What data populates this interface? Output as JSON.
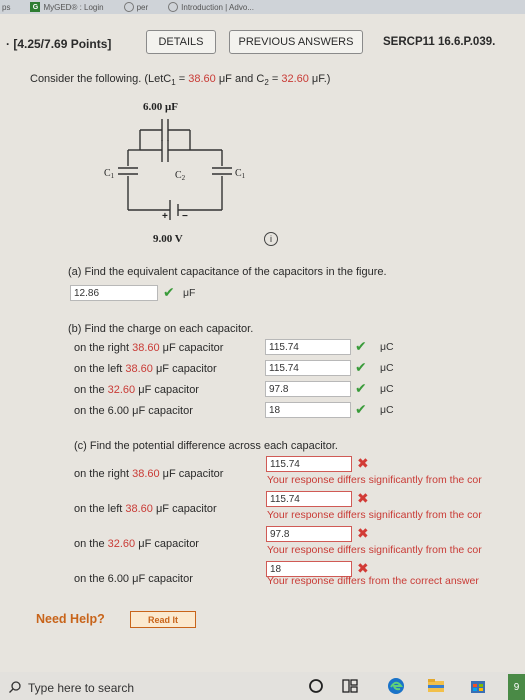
{
  "tabs": [
    {
      "label": "ps"
    },
    {
      "label": "MyGED® : Login",
      "icon": "G"
    },
    {
      "label": "per"
    },
    {
      "label": "Introduction | Advo..."
    }
  ],
  "header": {
    "points": "· [4.25/7.69 Points]",
    "details_btn": "DETAILS",
    "prev_btn": "PREVIOUS ANSWERS",
    "code": "SERCP11 16.6.P.039."
  },
  "problem": {
    "intro_a": "Consider the following. (Let",
    "c1_sym": "C",
    "c1_sub": "1",
    "c1_eq": " = ",
    "c1_val": "38.60",
    "c1_unit": " μF and ",
    "c2_sym": "C",
    "c2_sub": "2",
    "c2_eq": " = ",
    "c2_val": "32.60",
    "c2_unit": " μF.)"
  },
  "circuit": {
    "top_cap": "6.00 μF",
    "c1": "C",
    "c1_sub": "1",
    "c2": "C",
    "c2_sub": "2",
    "plus": "+",
    "minus": "−",
    "battery": "9.00 V"
  },
  "info_icon": "i",
  "part_a": {
    "q": "(a) Find the equivalent capacitance of the capacitors in the figure.",
    "value": "12.86",
    "unit": "μF"
  },
  "part_b": {
    "q": "(b) Find the charge on each capacitor.",
    "rows": [
      {
        "pre": "on the right ",
        "val": "38.60",
        "post": " μF capacitor",
        "answer": "115.74",
        "unit": "μC"
      },
      {
        "pre": "on the left ",
        "val": "38.60",
        "post": " μF capacitor",
        "answer": "115.74",
        "unit": "μC"
      },
      {
        "pre": "on the ",
        "val": "32.60",
        "post": " μF capacitor",
        "answer": "97.8",
        "unit": "μC"
      },
      {
        "pre": "on the 6.00 μF capacitor",
        "val": "",
        "post": "",
        "answer": "18",
        "unit": "μC"
      }
    ]
  },
  "part_c": {
    "q": "(c) Find the potential difference across each capacitor.",
    "rows": [
      {
        "pre": "on the right ",
        "val": "38.60",
        "post": " μF capacitor",
        "answer": "115.74",
        "error": "Your response differs significantly from the cor"
      },
      {
        "pre": "on the left ",
        "val": "38.60",
        "post": " μF capacitor",
        "answer": "115.74",
        "error": "Your response differs significantly from the cor"
      },
      {
        "pre": "on the ",
        "val": "32.60",
        "post": " μF capacitor",
        "answer": "97.8",
        "error": "Your response differs significantly from the cor"
      },
      {
        "pre": "on the 6.00 μF capacitor",
        "val": "",
        "post": "",
        "answer": "18",
        "error": "Your response differs from the correct answer"
      }
    ]
  },
  "help": {
    "label": "Need Help?",
    "read_it": "Read It"
  },
  "taskbar": {
    "search_placeholder": "Type here to search",
    "corner": "9"
  },
  "colors": {
    "accent_red": "#c93b36",
    "check_green": "#3a9b3a",
    "help_orange": "#c8641a"
  }
}
